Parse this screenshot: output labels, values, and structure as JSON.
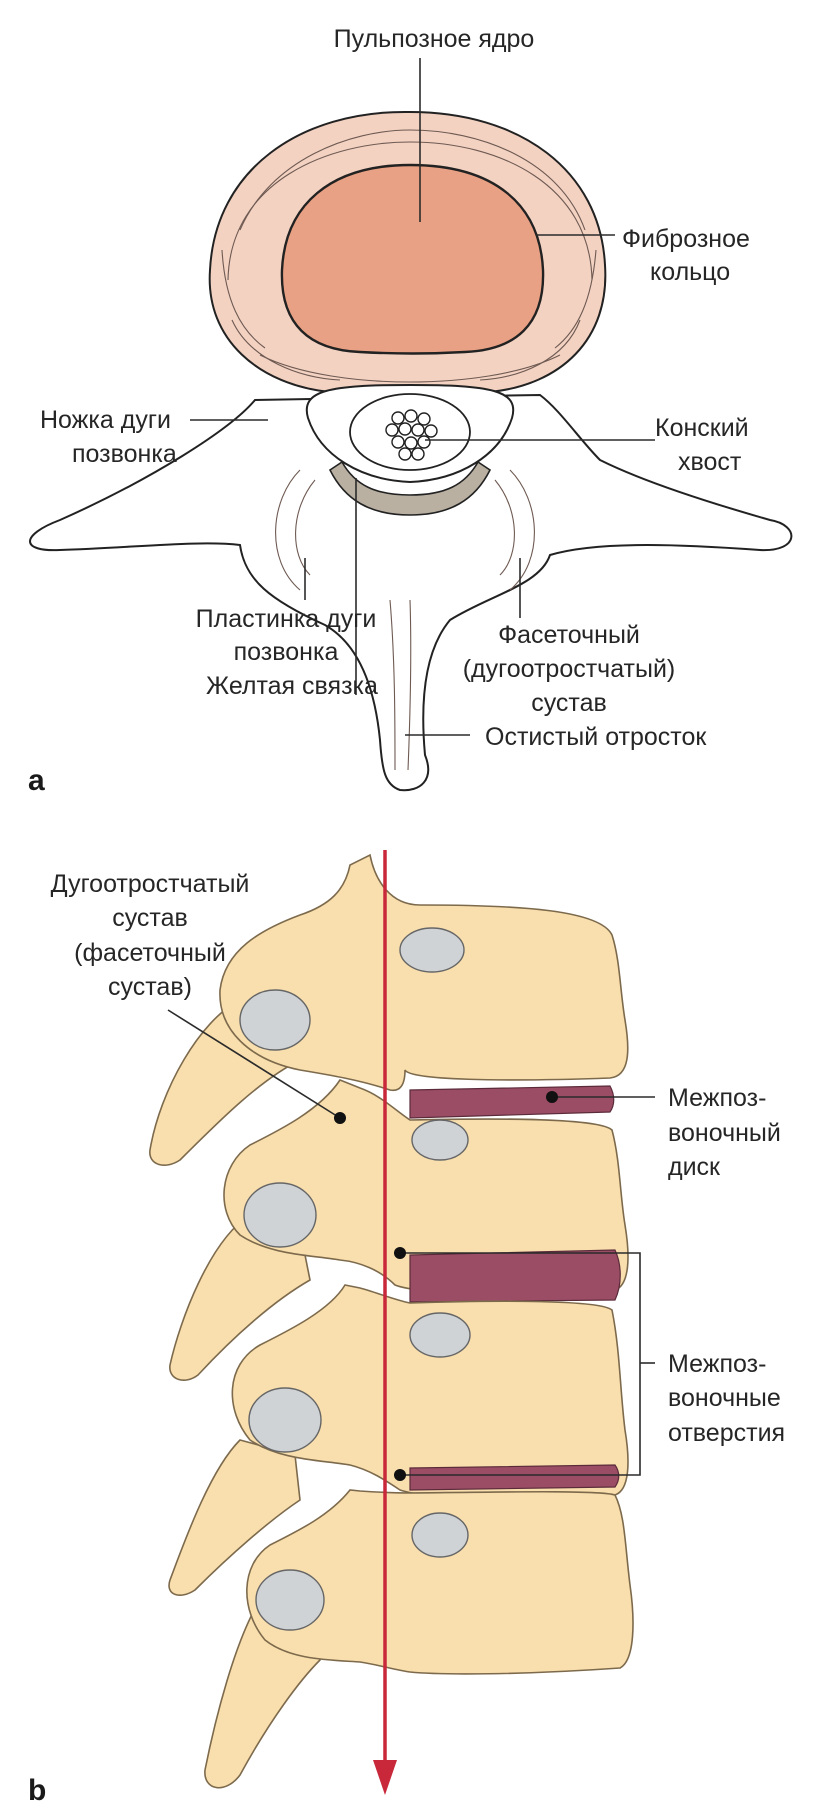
{
  "panel_a": {
    "letter": "a",
    "labels": {
      "nucleus": "Пульпозное ядро",
      "annulus_1": "Фиброзное",
      "annulus_2": "кольцо",
      "pedicle_1": "Ножка дуги",
      "pedicle_2": "позвонка",
      "cauda_1": "Конский",
      "cauda_2": "хвост",
      "lamina_1": "Пластинка дуги",
      "lamina_2": "позвонка",
      "ligamentum": "Желтая связка",
      "facet_1": "Фасеточный",
      "facet_2": "(дугоотростчатый)",
      "facet_3": "сустав",
      "spinous": "Остистый отросток"
    }
  },
  "panel_b": {
    "letter": "b",
    "labels": {
      "facet_1": "Дугоотростчатый",
      "facet_2": "сустав",
      "facet_3": "(фасеточный",
      "facet_4": "сустав)",
      "disc_1": "Межпоз-",
      "disc_2": "воночный",
      "disc_3": "диск",
      "foramina_1": "Межпоз-",
      "foramina_2": "воночные",
      "foramina_3": "отверстия"
    }
  },
  "colors": {
    "annulus": "#f3d2c2",
    "nucleus": "#e8a184",
    "bone": "#f9dfae",
    "disc": "#9b4d66",
    "arrow": "#c8283a"
  }
}
